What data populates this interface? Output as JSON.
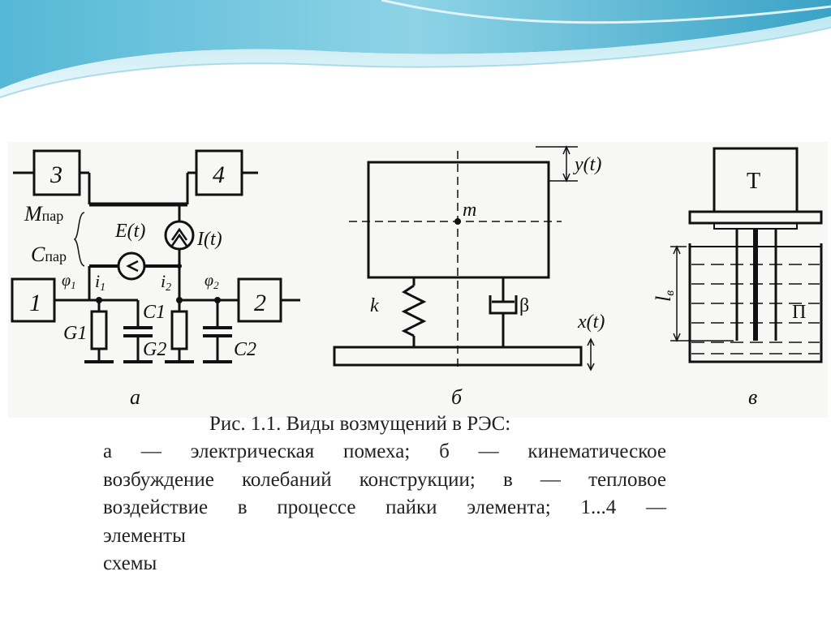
{
  "figure": {
    "panel_a": {
      "block_1": "1",
      "block_2": "2",
      "block_3": "3",
      "block_4": "4",
      "m_par": "M",
      "m_par_sub": "пар",
      "c_par": "C",
      "c_par_sub": "пар",
      "e_t": "E(t)",
      "i_t": "I(t)",
      "phi1": "φ",
      "phi1_sub": "1",
      "phi2": "φ",
      "phi2_sub": "2",
      "i1": "i",
      "i1_sub": "1",
      "i2": "i",
      "i2_sub": "2",
      "g1": "G1",
      "c1": "C1",
      "g2": "G2",
      "c2": "C2",
      "label": "а"
    },
    "panel_b": {
      "mass": "m",
      "y_t": "y(t)",
      "x_t": "x(t)",
      "k": "k",
      "beta": "β",
      "label": "б"
    },
    "panel_c": {
      "t": "T",
      "p": "П",
      "l": "l",
      "l_sub": "в",
      "label": "в"
    }
  },
  "caption": {
    "title": "Рис. 1.1. Виды возмущений в РЭС:",
    "lines": [
      "а — электрическая помеха; б — кинематическое",
      "возбуждение колебаний конструкции; в — тепловое",
      "воздействие в процессе пайки элемента; 1...4 —",
      "элементы",
      "схемы"
    ]
  }
}
